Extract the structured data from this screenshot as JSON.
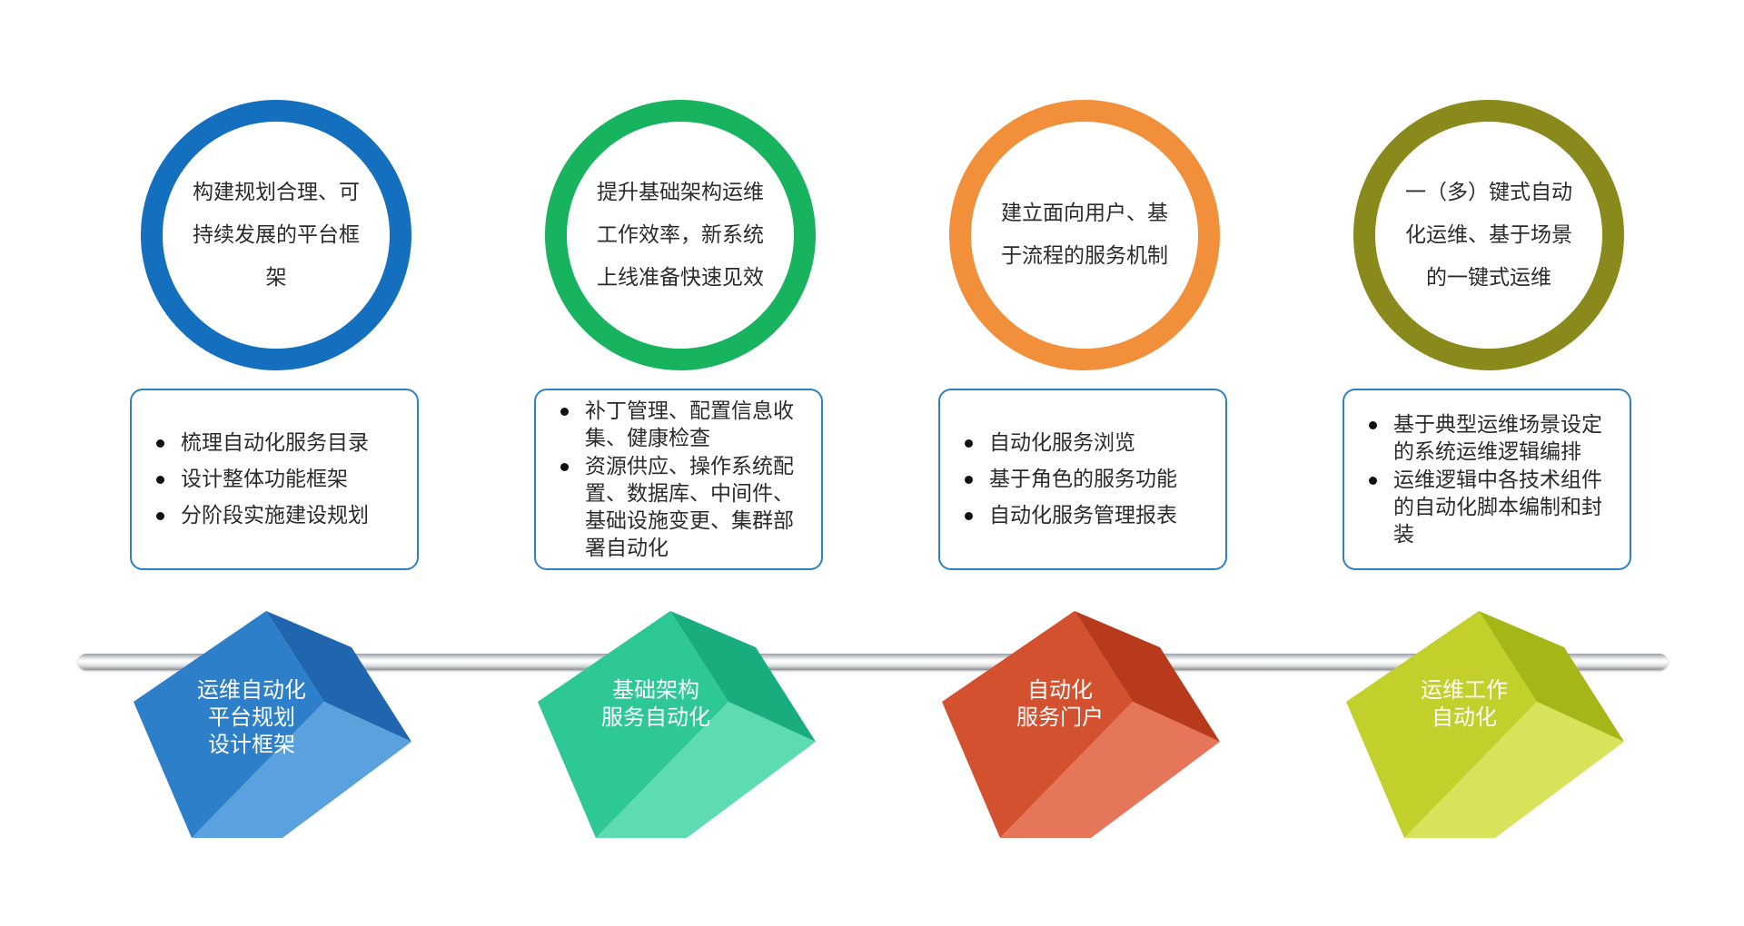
{
  "stages": [
    {
      "goal": "构建规划合理、可持续发展的平台框架",
      "ring_color": "#1470bf",
      "points": [
        "梳理自动化服务目录",
        "设计整体功能框架",
        "分阶段实施建设规划"
      ],
      "cube_label": "运维自动化\n平台规划\n设计框架",
      "cube_colors": {
        "front": "#2d7fc9",
        "side": "#1f66ae",
        "top": "#5aa2de"
      }
    },
    {
      "goal": "提升基础架构运维工作效率，新系统上线准备快速见效",
      "ring_color": "#17b35e",
      "points": [
        "补丁管理、配置信息收集、健康检查",
        "资源供应、操作系统配置、数据库、中间件、基础设施变更、集群部署自动化"
      ],
      "cube_label": "基础架构\n服务自动化",
      "cube_colors": {
        "front": "#2ec796",
        "side": "#19ad7e",
        "top": "#5ddcb1"
      }
    },
    {
      "goal": "建立面向用户、基于流程的服务机制",
      "ring_color": "#f18f3a",
      "points": [
        "自动化服务浏览",
        "基于角色的服务功能",
        "自动化服务管理报表"
      ],
      "cube_label": "自动化\n服务门户",
      "cube_colors": {
        "front": "#d4512f",
        "side": "#b73a1c",
        "top": "#e67659"
      }
    },
    {
      "goal": "一（多）键式自动化运维、基于场景的一键式运维",
      "ring_color": "#8a8a1c",
      "points": [
        "基于典型运维场景设定的系统运维逻辑编排",
        "运维逻辑中各技术组件的自动化脚本编制和封装"
      ],
      "cube_label": "运维工作\n自动化",
      "cube_colors": {
        "front": "#c3cf2a",
        "side": "#a7b617",
        "top": "#d9e25b"
      }
    }
  ]
}
